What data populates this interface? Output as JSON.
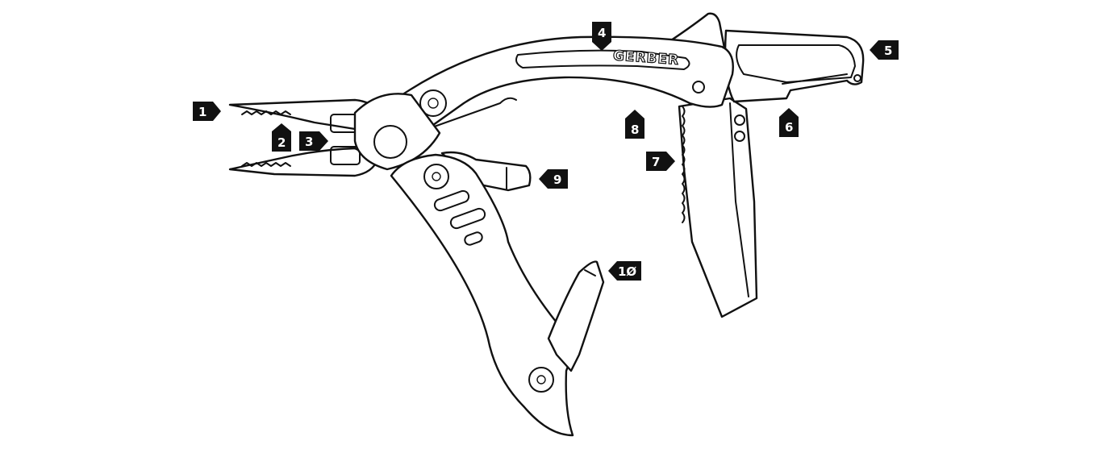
{
  "diagram": {
    "brand_text": "GERBER",
    "callouts": [
      {
        "id": "1",
        "label": "1"
      },
      {
        "id": "2",
        "label": "2"
      },
      {
        "id": "3",
        "label": "3"
      },
      {
        "id": "4",
        "label": "4"
      },
      {
        "id": "5",
        "label": "5"
      },
      {
        "id": "6",
        "label": "6"
      },
      {
        "id": "7",
        "label": "7"
      },
      {
        "id": "8",
        "label": "8"
      },
      {
        "id": "9",
        "label": "9"
      },
      {
        "id": "10",
        "label": "1Ø"
      }
    ]
  }
}
